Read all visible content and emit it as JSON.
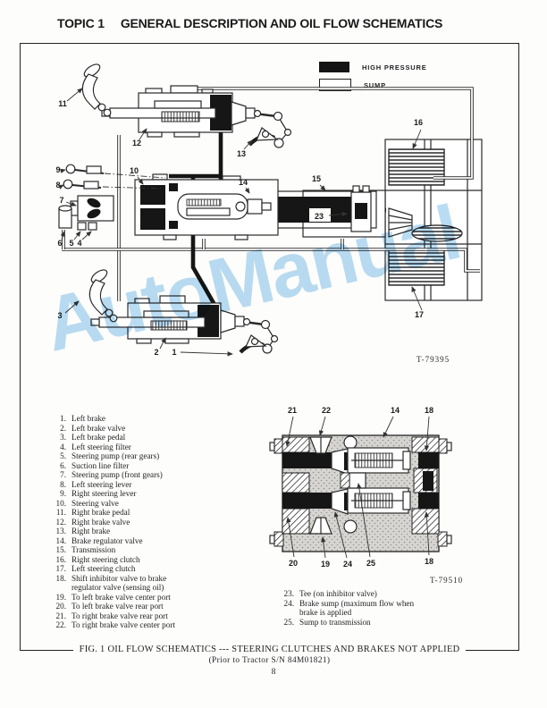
{
  "header": {
    "topic": "TOPIC 1",
    "title": "GENERAL DESCRIPTION AND OIL FLOW SCHEMATICS"
  },
  "watermark": "AutoManual",
  "legend": {
    "high_pressure": "HIGH PRESSURE",
    "sump": "SUMP"
  },
  "figure": {
    "ref_main": "T-79395",
    "ref_inset": "T-79510",
    "caption_line1": "FIG. 1  OIL FLOW SCHEMATICS --- STEERING CLUTCHES AND BRAKES NOT APPLIED",
    "caption_line2": "(Prior to Tractor S/N 84M01821)"
  },
  "callouts": {
    "n1": "1",
    "n2": "2",
    "n3": "3",
    "n4": "4",
    "n5": "5",
    "n6": "6",
    "n7": "7",
    "n8": "8",
    "n9": "9",
    "n10": "10",
    "n11": "11",
    "n12": "12",
    "n13": "13",
    "n14": "14",
    "n15": "15",
    "n16": "16",
    "n17": "17",
    "n23": "23"
  },
  "inset_callouts": {
    "c21": "21",
    "c22": "22",
    "c14": "14",
    "c18a": "18",
    "c20": "20",
    "c19": "19",
    "c24": "24",
    "c25": "25",
    "c18b": "18"
  },
  "parts_left": [
    {
      "num": "1.",
      "text": "Left brake"
    },
    {
      "num": "2.",
      "text": "Left brake valve"
    },
    {
      "num": "3.",
      "text": "Left brake pedal"
    },
    {
      "num": "4.",
      "text": "Left steering filter"
    },
    {
      "num": "5.",
      "text": "Steering pump (rear gears)"
    },
    {
      "num": "6.",
      "text": "Suction line filter"
    },
    {
      "num": "7.",
      "text": "Steering pump (front gears)"
    },
    {
      "num": "8.",
      "text": "Left steering lever"
    },
    {
      "num": "9.",
      "text": "Right steering lever"
    },
    {
      "num": "10.",
      "text": "Steering valve"
    },
    {
      "num": "11.",
      "text": "Right brake pedal"
    },
    {
      "num": "12.",
      "text": "Right brake valve"
    },
    {
      "num": "13.",
      "text": "Right brake"
    },
    {
      "num": "14.",
      "text": "Brake regulator valve"
    },
    {
      "num": "15.",
      "text": "Transmission"
    },
    {
      "num": "16.",
      "text": "Right steering clutch"
    },
    {
      "num": "17.",
      "text": "Left steering clutch"
    },
    {
      "num": "18.",
      "text": "Shift inhibitor valve to brake\nregulator valve (sensing oil)"
    },
    {
      "num": "19.",
      "text": "To left brake valve center port"
    },
    {
      "num": "20.",
      "text": "To left brake valve rear port"
    },
    {
      "num": "21.",
      "text": "To right brake valve rear port"
    },
    {
      "num": "22.",
      "text": "To right brake valve center port"
    }
  ],
  "parts_right": [
    {
      "num": "23.",
      "text": "Tee (on inhibitor valve)"
    },
    {
      "num": "24.",
      "text": "Brake sump (maximum flow when\nbrake is applied"
    },
    {
      "num": "25.",
      "text": "Sump to transmission"
    }
  ],
  "page_number": "8",
  "colors": {
    "ink": "#1f1f1f",
    "high_pressure": "#141414",
    "watermark_blue": "#8ec7ec",
    "paper": "#fdfdfc"
  }
}
